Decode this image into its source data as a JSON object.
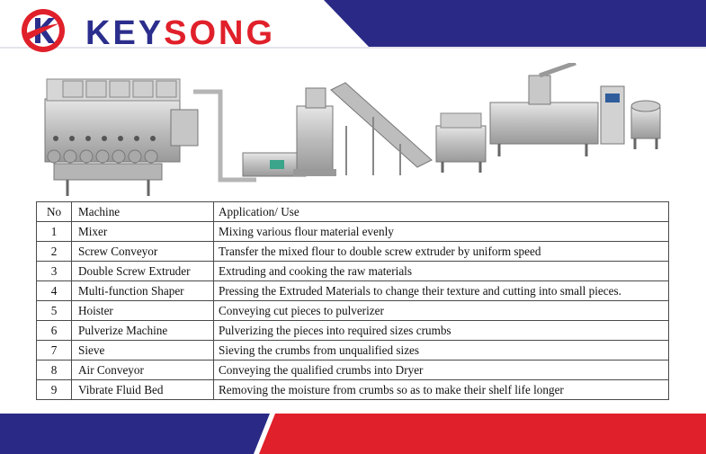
{
  "brand": {
    "name_part1": "KEY",
    "name_part2": "SONG",
    "colors": {
      "navy": "#2b2e8c",
      "red": "#e0202a"
    }
  },
  "logo": {
    "icon": "ks-logo-icon"
  },
  "table": {
    "headers": {
      "no": "No",
      "machine": "Machine",
      "use": "Application/ Use"
    },
    "rows": [
      {
        "no": "1",
        "machine": "Mixer",
        "use": "Mixing various flour material evenly"
      },
      {
        "no": "2",
        "machine": "Screw Conveyor",
        "use": "Transfer the mixed flour to double screw extruder by uniform speed"
      },
      {
        "no": "3",
        "machine": "Double Screw Extruder",
        "use": "Extruding and cooking the raw materials"
      },
      {
        "no": "4",
        "machine": "Multi-function Shaper",
        "use": "Pressing the Extruded Materials to change their texture and cutting into small pieces."
      },
      {
        "no": "5",
        "machine": "Hoister",
        "use": "Conveying cut pieces to pulverizer"
      },
      {
        "no": "6",
        "machine": "Pulverize Machine",
        "use": "Pulverizing the pieces into required sizes crumbs"
      },
      {
        "no": "7",
        "machine": "Sieve",
        "use": "Sieving the crumbs from unqualified sizes"
      },
      {
        "no": "8",
        "machine": "Air Conveyor",
        "use": "Conveying the qualified crumbs into Dryer"
      },
      {
        "no": "9",
        "machine": "Vibrate Fluid Bed",
        "use": "Removing the moisture from crumbs so as to make their shelf life longer"
      }
    ]
  }
}
